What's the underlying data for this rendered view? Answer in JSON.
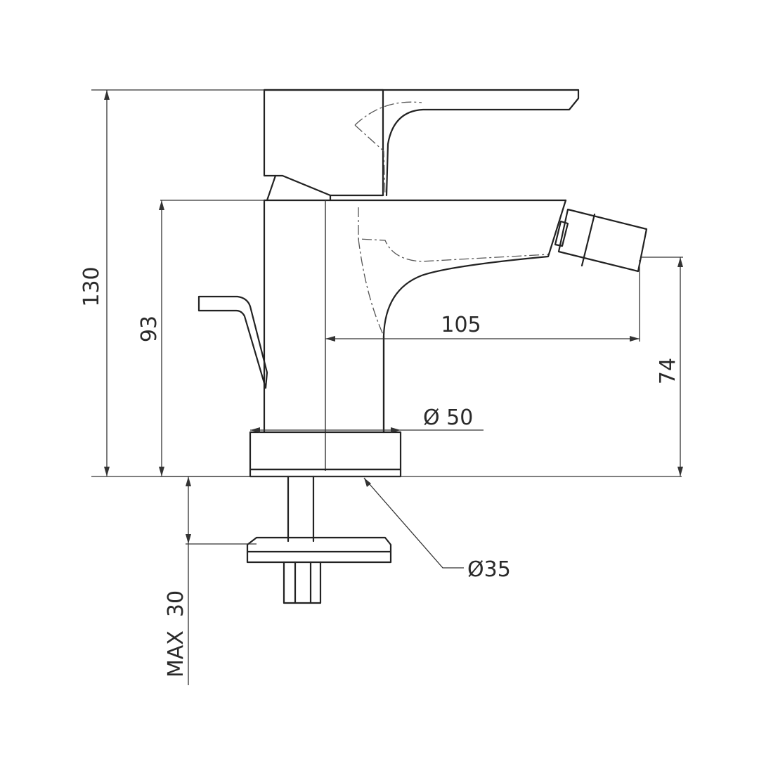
{
  "dimensions": {
    "overall_height": "130",
    "body_height": "93",
    "spout_reach": "105",
    "spout_outlet_height": "74",
    "base_diameter": "Ø 50",
    "mounting_hole_diameter": "Ø35",
    "max_deck_thickness": "MAX  30"
  },
  "colors": {
    "line": "#222222",
    "background": "#ffffff"
  }
}
